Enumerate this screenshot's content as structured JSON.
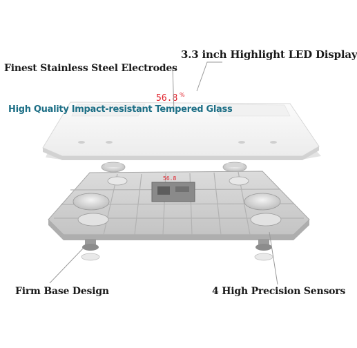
{
  "labels": {
    "display": "3.3 inch Highlight LED Display",
    "electrodes": "Finest Stainless Steel Electrodes",
    "glass": "High Quality Impact-resistant Tempered Glass",
    "base": "Firm Base Design",
    "sensors": "4 High Precision Sensors"
  },
  "display_reading": "56.8",
  "display_unit": "%",
  "colors": {
    "glass_label": "#1d6f86",
    "led": "#e0202a",
    "leader": "#9a9a9a"
  }
}
